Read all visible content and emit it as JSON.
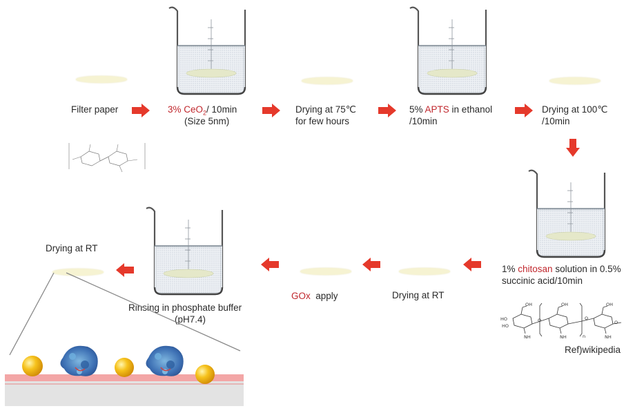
{
  "steps": {
    "filter_paper": "Filter paper",
    "ceo2": {
      "pct": "3% ",
      "compound": "CeO",
      "sub": "2",
      "rest": "/ 10min",
      "size": "(Size 5nm)"
    },
    "dry75": {
      "line1": "Drying at 75℃",
      "line2": "for few hours"
    },
    "apts": {
      "pct": "5% ",
      "compound": "APTS",
      "rest": " in ethanol",
      "line2": "/10min"
    },
    "dry100": {
      "line1": "Drying at 100℃",
      "line2": "/10min"
    },
    "chitosan": {
      "pct": "1% ",
      "compound": "chitosan",
      "rest": " solution in 0.5%",
      "line2": "succinic acid/10min"
    },
    "dry_rt_1": "Drying at RT",
    "gox": {
      "compound": "GOx",
      "rest": "  apply"
    },
    "rinse": {
      "line1": "Rinsing in phosphate buffer",
      "line2": "(pH7.4)"
    },
    "dry_rt_final": "Drying at RT"
  },
  "reference": "Ref)wikipedia",
  "chitosan_structure": {
    "ring_labels": [
      "OH",
      "OH",
      "OH",
      "HO",
      "HO",
      "O",
      "O",
      "O",
      "NH",
      "NH",
      "NH",
      "n"
    ]
  },
  "colors": {
    "arrow": "#e5392b",
    "highlight_text": "#c0272d",
    "disc": "#f6f3d2",
    "gold_particle": "#f2b418",
    "enzyme": "#4a7fc0",
    "substrate_top": "#f3a6a6",
    "substrate_body": "#e3e3e3"
  },
  "icons": [
    "beaker-icon",
    "right-arrow-icon",
    "down-arrow-icon",
    "left-arrow-icon",
    "filter-paper-disc",
    "cellulose-structure",
    "chitosan-structure",
    "gold-nanoparticle",
    "gox-enzyme"
  ]
}
